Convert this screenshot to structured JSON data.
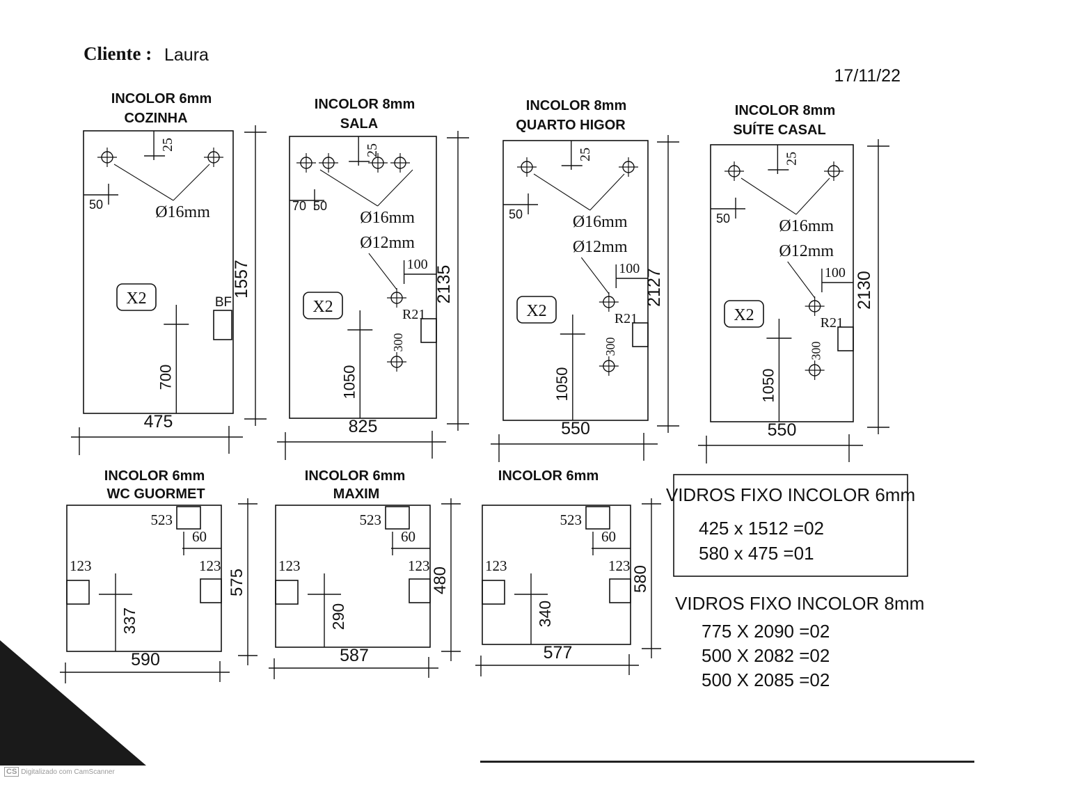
{
  "header": {
    "client_label": "Cliente :",
    "client_name": "Laura",
    "date": "17/11/22"
  },
  "panels": [
    {
      "glass": "INCOLOR 6mm",
      "room": "COZINHA",
      "width": "475",
      "height": "1557",
      "multiplier": "X2",
      "top_offset": "25",
      "side_offset": "50",
      "side_offset_2": "",
      "hole_dia_1": "Ø16mm",
      "hole_dia_2": "",
      "handle_offset": "",
      "handle_spacing": "",
      "corner_radius": "",
      "cutout_label": "BF",
      "lock_height": "700"
    },
    {
      "glass": "INCOLOR 8mm",
      "room": "SALA",
      "width": "825",
      "height": "2135",
      "multiplier": "X2",
      "top_offset": "25",
      "side_offset": "50",
      "side_offset_2": "70",
      "hole_dia_1": "Ø16mm",
      "hole_dia_2": "Ø12mm",
      "handle_offset": "100",
      "handle_spacing": "300",
      "corner_radius": "R21",
      "cutout_label": "",
      "lock_height": "1050"
    },
    {
      "glass": "INCOLOR 8mm",
      "room": "QUARTO HIGOR",
      "width": "550",
      "height": "2127",
      "multiplier": "X2",
      "top_offset": "25",
      "side_offset": "50",
      "side_offset_2": "",
      "hole_dia_1": "Ø16mm",
      "hole_dia_2": "Ø12mm",
      "handle_offset": "100",
      "handle_spacing": "300",
      "corner_radius": "R21",
      "cutout_label": "",
      "lock_height": "1050"
    },
    {
      "glass": "INCOLOR 8mm",
      "room": "SUÍTE CASAL",
      "width": "550",
      "height": "2130",
      "multiplier": "X2",
      "top_offset": "25",
      "side_offset": "50",
      "side_offset_2": "",
      "hole_dia_1": "Ø16mm",
      "hole_dia_2": "Ø12mm",
      "handle_offset": "100",
      "handle_spacing": "300",
      "corner_radius": "R21",
      "cutout_label": "",
      "lock_height": "1050"
    }
  ],
  "small_panels": [
    {
      "glass": "INCOLOR 6mm",
      "room": "WC GUORMET",
      "width": "590",
      "height": "575",
      "top_cut": "523",
      "top_cut_depth": "60",
      "left_cut": "123",
      "right_cut": "123",
      "center_height": "337"
    },
    {
      "glass": "INCOLOR 6mm",
      "room": "MAXIM",
      "width": "587",
      "height": "480",
      "top_cut": "523",
      "top_cut_depth": "60",
      "left_cut": "123",
      "right_cut": "123",
      "center_height": "290"
    },
    {
      "glass": "INCOLOR 6mm",
      "room": "",
      "width": "577",
      "height": "580",
      "top_cut": "523",
      "top_cut_depth": "60",
      "left_cut": "123",
      "right_cut": "123",
      "center_height": "340"
    }
  ],
  "fixed_6mm": {
    "title": "VIDROS FIXO INCOLOR 6mm",
    "items": [
      "425 x 1512 =02",
      "580 x 475 =01"
    ]
  },
  "fixed_8mm": {
    "title": "VIDROS FIXO INCOLOR 8mm",
    "items": [
      "775 X 2090 =02",
      "500 X 2082 =02",
      "500 X 2085 =02"
    ]
  },
  "scan_badge": {
    "logo": "CS",
    "text": "Digitalizado com CamScanner"
  }
}
